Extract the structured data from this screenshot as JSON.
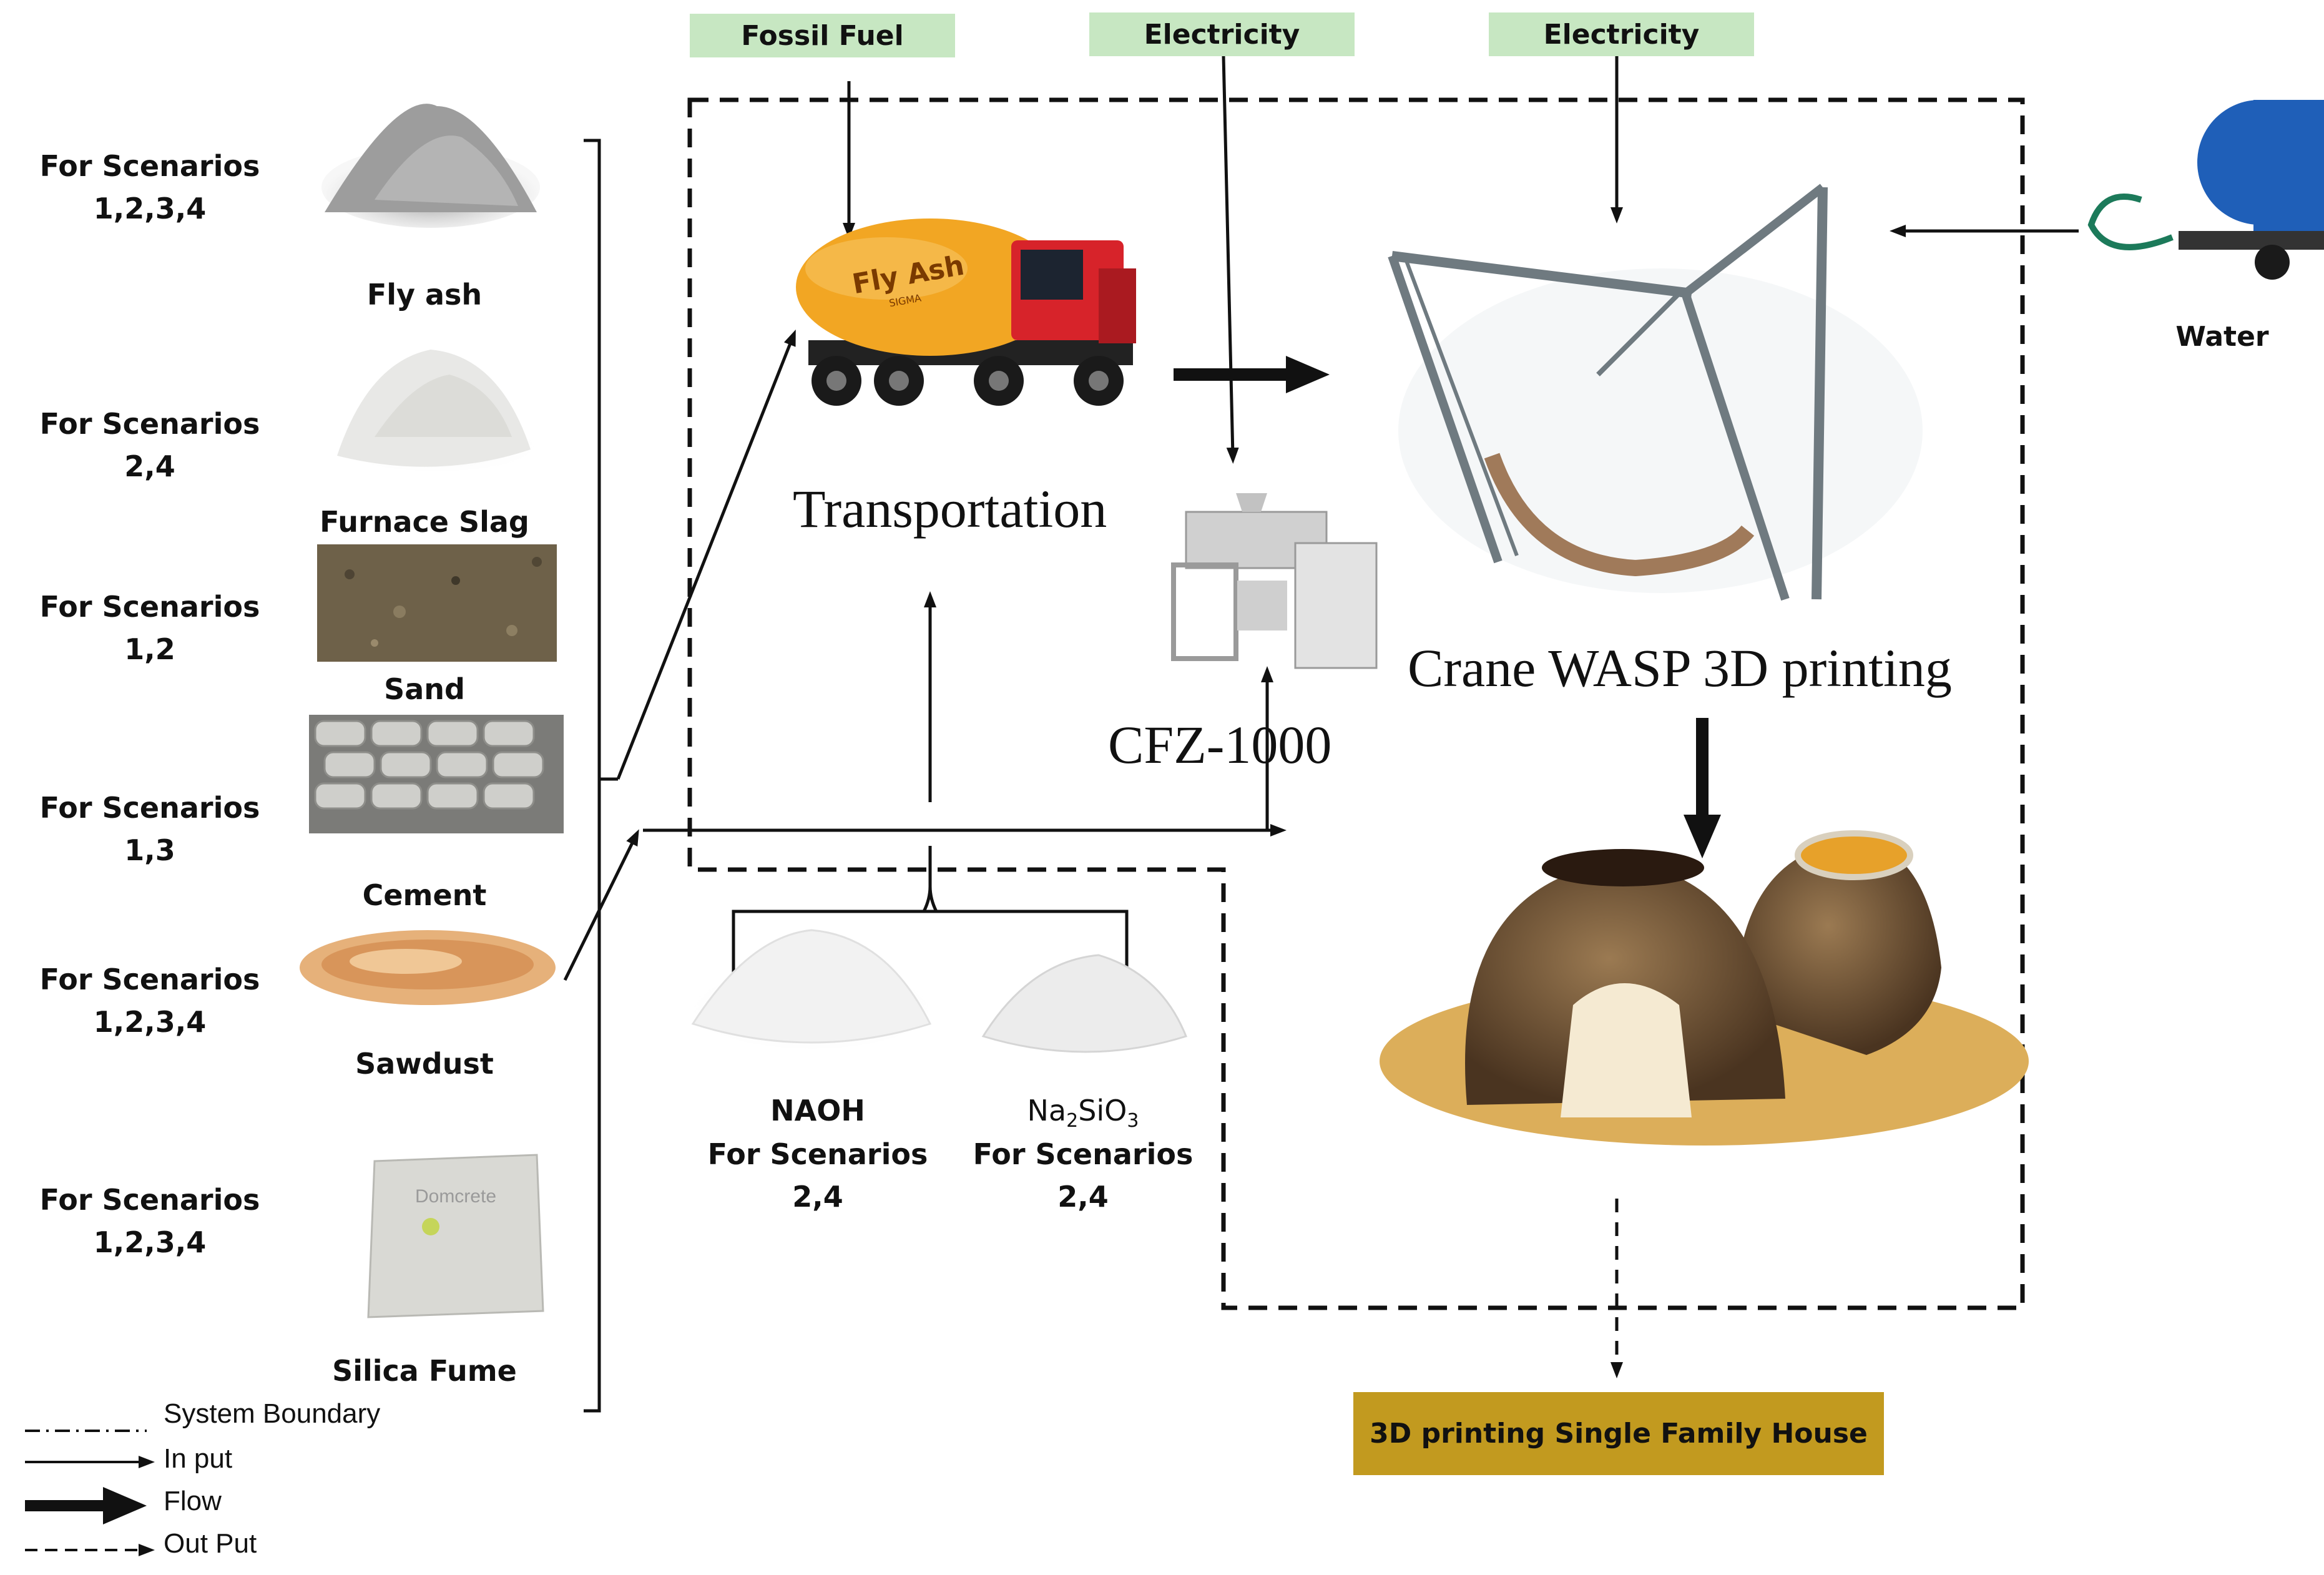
{
  "inputs": {
    "fossil_fuel": "Fossil Fuel",
    "electricity_1": "Electricity",
    "electricity_2": "Electricity",
    "water": "Water"
  },
  "materials": [
    {
      "scenarios": "For Scenarios\n1,2,3,4",
      "name": "Fly ash"
    },
    {
      "scenarios": "For Scenarios\n2,4",
      "name": "Furnace Slag"
    },
    {
      "scenarios": "For Scenarios\n1,2",
      "name": "Sand"
    },
    {
      "scenarios": "For Scenarios\n1,3",
      "name": "Cement"
    },
    {
      "scenarios": "For Scenarios\n1,2,3,4",
      "name": "Sawdust"
    },
    {
      "scenarios": "For Scenarios\n1,2,3,4",
      "name": "Silica Fume"
    }
  ],
  "chemicals": [
    {
      "name": "NAOH",
      "scenarios": "For Scenarios\n2,4"
    },
    {
      "name_main": "Na",
      "name_sub1": "2",
      "name_mid": "SiO",
      "name_sub2": "3",
      "scenarios": "For Scenarios\n2,4"
    }
  ],
  "processes": {
    "transport": "Transportation",
    "truck_text": "Fly Ash",
    "truck_subtext": "SIGMA",
    "mixer": "CFZ-1000",
    "printer": "Crane WASP 3D printing",
    "bag_text": "Domcrete"
  },
  "output": "3D printing Single Family House",
  "legend": [
    {
      "label": "System Boundary"
    },
    {
      "label": "In put"
    },
    {
      "label": "Flow"
    },
    {
      "label": "Out Put"
    }
  ],
  "colors": {
    "tag_bg": "#c7e7c2",
    "output_bg": "#c29a1f",
    "truck_tank": "#f2a623",
    "truck_cab": "#d7232a"
  }
}
